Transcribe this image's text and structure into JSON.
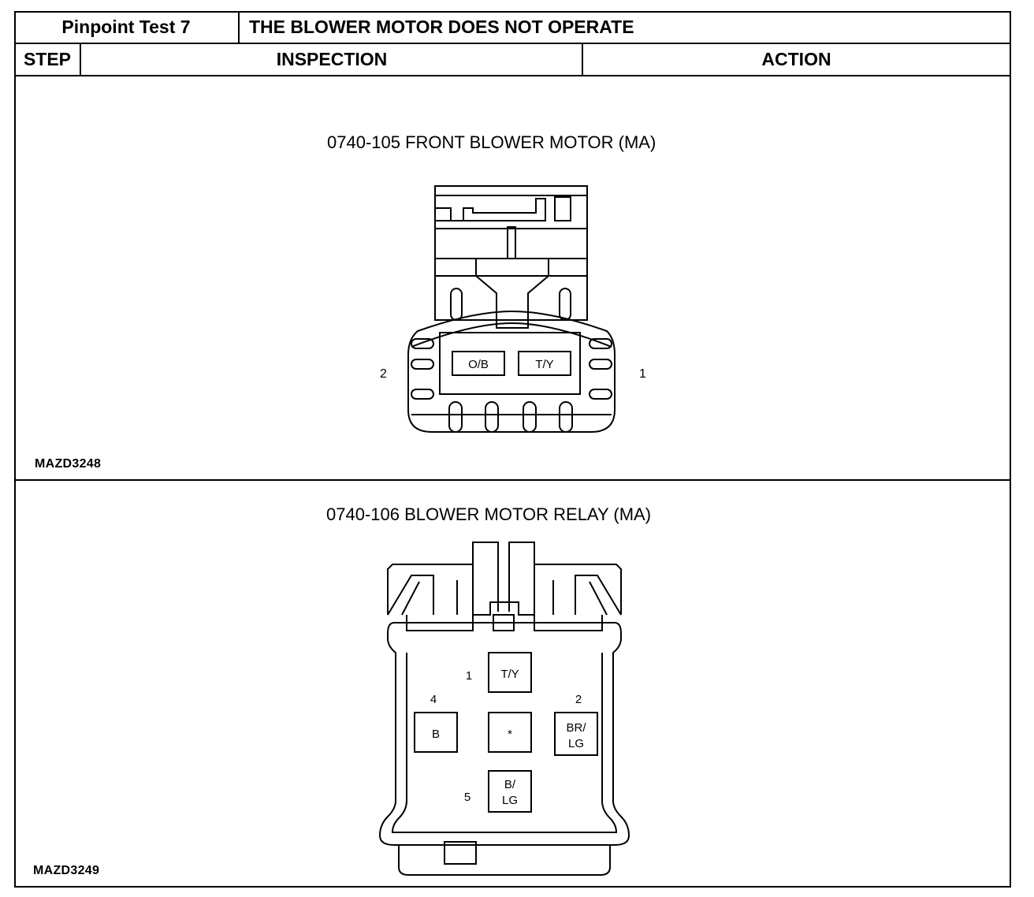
{
  "header": {
    "test_label": "Pinpoint Test 7",
    "test_title": "THE BLOWER MOTOR DOES NOT OPERATE",
    "col_step": "STEP",
    "col_inspection": "INSPECTION",
    "col_action": "ACTION"
  },
  "panel1": {
    "caption": "0740-105 FRONT BLOWER MOTOR (MA)",
    "code": "MAZD3248",
    "pin_left": "2",
    "pin_right": "1",
    "wire_left": "O/B",
    "wire_right": "T/Y"
  },
  "panel2": {
    "caption": "0740-106 BLOWER MOTOR RELAY (MA)",
    "code": "MAZD3249",
    "pins": {
      "p1": "1",
      "p2": "2",
      "p4": "4",
      "p5": "5"
    },
    "wires": {
      "w1": "T/Y",
      "w4": "B",
      "center": "*",
      "w2_line1": "BR/",
      "w2_line2": "LG",
      "w5_line1": "B/",
      "w5_line2": "LG"
    }
  }
}
